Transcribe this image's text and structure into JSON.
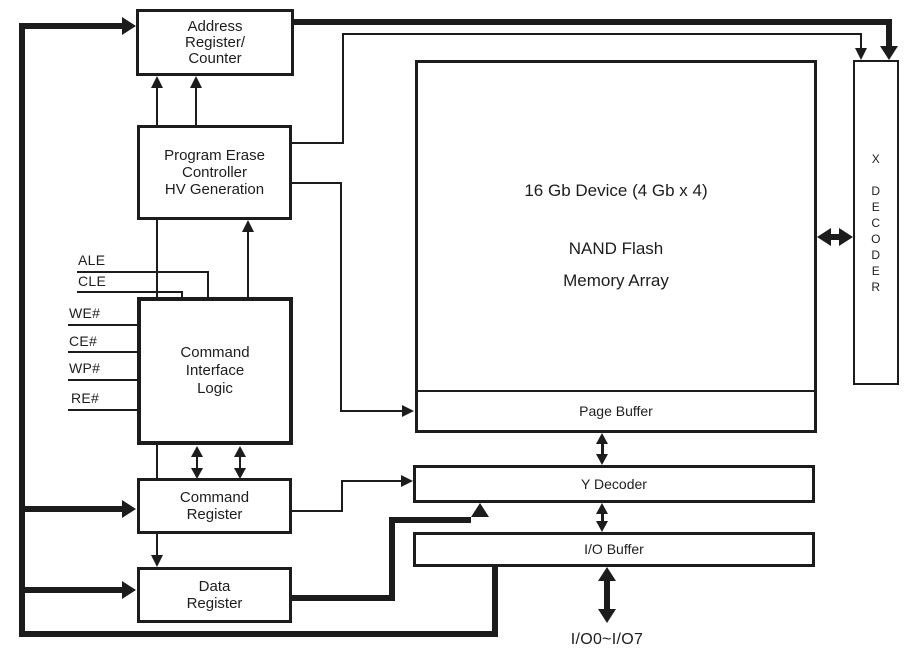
{
  "colors": {
    "line": "#1c1c1c",
    "text": "#1d1d1d",
    "background": "#ffffff"
  },
  "blocks": {
    "address_register": {
      "label": "Address\nRegister/\nCounter"
    },
    "program_erase_controller": {
      "label": "Program Erase\nController\nHV Generation"
    },
    "command_interface_logic": {
      "label": "Command\nInterface\nLogic"
    },
    "command_register": {
      "label": "Command\nRegister"
    },
    "data_register": {
      "label": "Data\nRegister"
    },
    "memory_array": {
      "title": "16 Gb Device (4 Gb x 4)",
      "subtitle": "NAND Flash\nMemory Array"
    },
    "page_buffer": {
      "label": "Page Buffer"
    },
    "y_decoder": {
      "label": "Y Decoder"
    },
    "io_buffer": {
      "label": "I/O Buffer"
    },
    "x_decoder": {
      "label": "X\n\nD\nE\nC\nO\nD\nE\nR"
    }
  },
  "signals": {
    "ale": "ALE",
    "cle": "CLE",
    "we": "WE#",
    "ce": "CE#",
    "wp": "WP#",
    "re": "RE#"
  },
  "io_label": "I/O0~I/O7",
  "connections": [
    "io-bus left rail -> Address Register/Counter (thick arrow)",
    "io-bus left rail -> Command Register (thick arrow)",
    "io-bus left rail -> Data Register (thick arrow)",
    "Address Register/Counter -> X Decoder (thick arrow, top rail)",
    "Program Erase Controller -> X Decoder (thin arrow)",
    "Program Erase Controller -> Page Buffer (thin arrow)",
    "Program Erase Controller -> Address Register/Counter (two thin up arrows)",
    "Command Interface Logic -> Program Erase Controller (thin up arrow + plain line)",
    "ALE, CLE, WE#, CE#, WP#, RE# -> Command Interface Logic",
    "Command Interface Logic <-> Command Register (two double arrows)",
    "Command Register -> Data Register (thin down arrow)",
    "Command Register -> Y Decoder (thin arrow)",
    "Data Register -> Y Decoder (thick up arrow)",
    "Memory Array <-> X Decoder (thick double arrow)",
    "Page Buffer <-> Y Decoder (double arrow)",
    "Y Decoder <-> I/O Buffer (double arrow)",
    "I/O Buffer <-> I/O0~I/O7 (thick double arrow)",
    "I/O Buffer bottom -> bus bottom rail (thick)"
  ]
}
